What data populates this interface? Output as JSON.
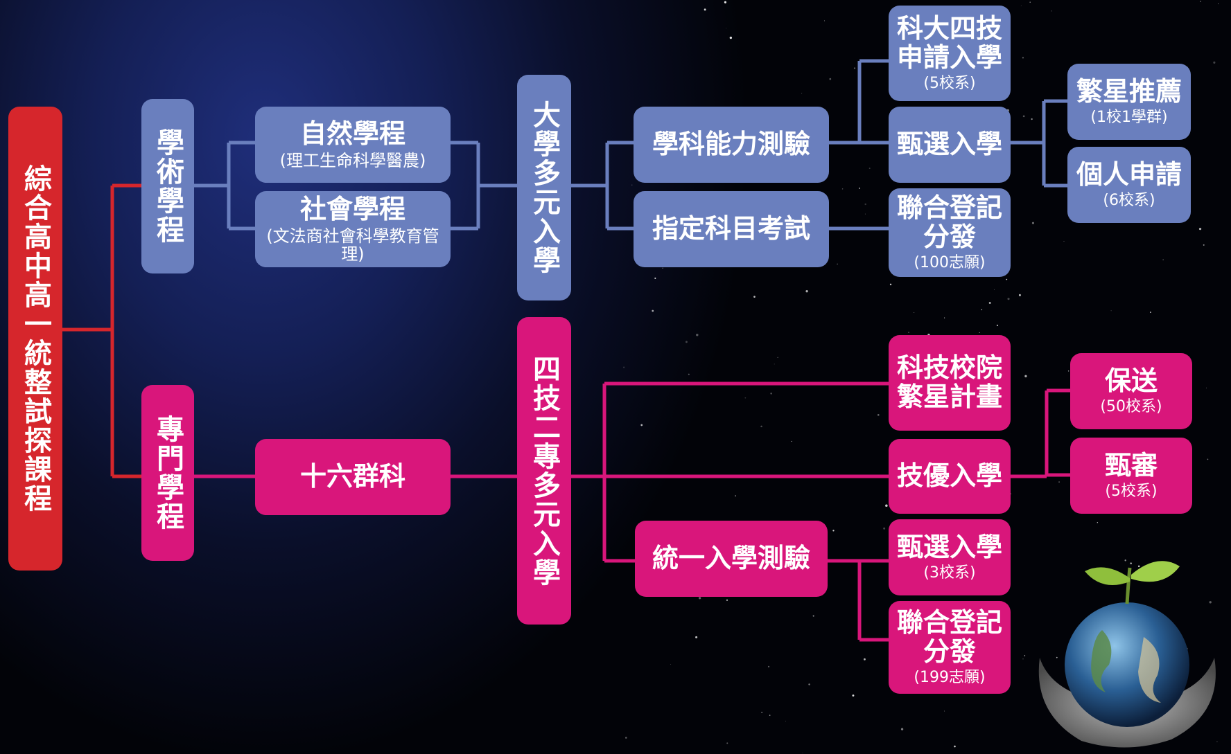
{
  "root": {
    "label": "綜合高中高一統整試探課程"
  },
  "academic": {
    "track": "學術學程",
    "natural": {
      "label": "自然學程",
      "sub": "(理工生命科學醫農)"
    },
    "social": {
      "label": "社會學程",
      "sub": "(文法商社會科學教育管理)"
    },
    "university": "大學多元入學",
    "gsat": "學科能力測驗",
    "ast": "指定科目考試",
    "tech_apply": {
      "line1": "科大四技",
      "line2": "申請入學",
      "sub": "(5校系)"
    },
    "selection": "甄選入學",
    "star": {
      "label": "繁星推薦",
      "sub": "(1校1學群)"
    },
    "personal": {
      "label": "個人申請",
      "sub": "(6校系)"
    },
    "joint": {
      "line1": "聯合登記",
      "line2": "分發",
      "sub": "(100志願)"
    }
  },
  "vocational": {
    "track": "專門學程",
    "groups": "十六群科",
    "tvc": "四技二專多元入學",
    "tech_star": {
      "line1": "科技校院",
      "line2": "繁星計畫"
    },
    "excellence": "技優入學",
    "guarantee": {
      "label": "保送",
      "sub": "(50校系)"
    },
    "review": {
      "label": "甄審",
      "sub": "(5校系)"
    },
    "unified": "統一入學測驗",
    "selection": {
      "label": "甄選入學",
      "sub": "(3校系)"
    },
    "joint": {
      "line1": "聯合登記",
      "line2": "分發",
      "sub": "(199志願)"
    }
  },
  "colors": {
    "blue": "#6a7fbe",
    "pink": "#d9167b",
    "red": "#d6262c",
    "line_blue": "#6a7fbe",
    "line_pink": "#d9167b",
    "line_red": "#d6262c"
  }
}
